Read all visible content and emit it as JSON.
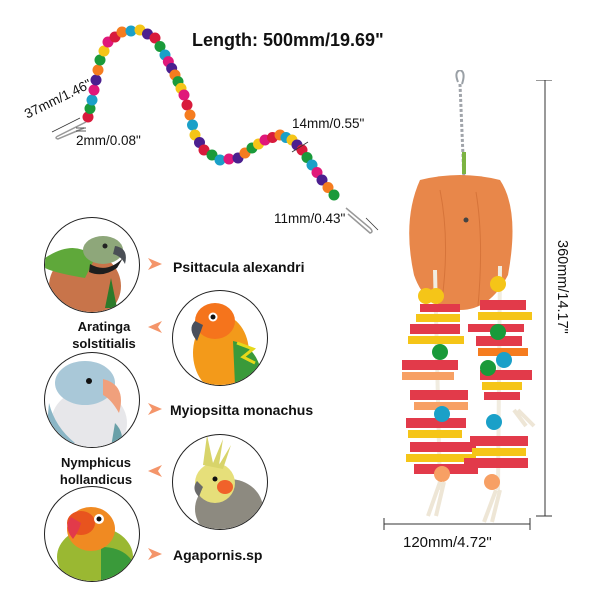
{
  "title": "Length: 500mm/19.69\"",
  "dimensions": {
    "hook_length": "37mm/1.46\"",
    "wire": "2mm/0.08\"",
    "bead": "14mm/0.55\"",
    "clip": "11mm/0.43\"",
    "height": "360mm/14.17\"",
    "width": "120mm/4.72\""
  },
  "species": [
    {
      "name": "Psittacula alexandri",
      "icon": "ringneck-parakeet"
    },
    {
      "name": "Aratinga solstitialis",
      "line1": "Aratinga",
      "line2": "solstitialis",
      "icon": "sun-conure"
    },
    {
      "name": "Myiopsitta monachus",
      "icon": "quaker-parrot"
    },
    {
      "name": "Nymphicus hollandicus",
      "line1": "Nymphicus",
      "line2": "hollandicus",
      "icon": "cockatiel"
    },
    {
      "name": "Agapornis.sp",
      "icon": "lovebird"
    }
  ],
  "colors": {
    "arrow": "#f4956a",
    "wood": "#e8874a",
    "bead_colors": [
      "#d81b3c",
      "#f5c518",
      "#f57c1f",
      "#e0187a",
      "#1a9a3a",
      "#4b1f8f",
      "#1aa0c8"
    ]
  }
}
